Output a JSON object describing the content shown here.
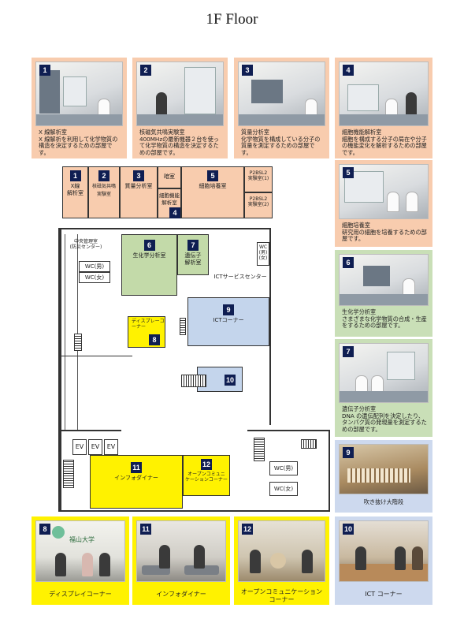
{
  "page": {
    "title": "1F Floor"
  },
  "cards": [
    {
      "num": "1",
      "text": "X 線解析室\nX 線解析を利用して化学物質の構造を決定するための部屋です。"
    },
    {
      "num": "2",
      "text": "核磁気共鳴実験室\n400MHzの最新機器２台を使って化学物質の構造を決定するための部屋です。"
    },
    {
      "num": "3",
      "text": "質量分析室\n化学物質を構成している分子の質量を測定するための部屋です。"
    },
    {
      "num": "4",
      "text": "細胞機能解析室\n細胞を構成する分子の局在や分子の機能変化を解析するための部屋です。"
    },
    {
      "num": "5",
      "text": "細胞培養室\n研究用の細胞を培養するための部屋です。"
    },
    {
      "num": "6",
      "text": "生化学分析室\nさまざまな化学物質の合成・生産をするための部屋です。"
    },
    {
      "num": "7",
      "text": "遺伝子分析室\nDNA の遺伝配列を決定したり、タンパク質の発現量を測定するための部屋です。"
    },
    {
      "num": "9",
      "text": "吹き抜け大階段"
    },
    {
      "num": "8",
      "text": "ディスプレイコーナー",
      "logo": "福山大学"
    },
    {
      "num": "11",
      "text": "インフォダイナー"
    },
    {
      "num": "12",
      "text": "オープンコミュニケーションコーナー"
    },
    {
      "num": "10",
      "text": "ICT コーナー"
    }
  ],
  "plan": {
    "r1": {
      "num": "1",
      "name": "X線\n解析室"
    },
    "r2": {
      "num": "2",
      "name": "核磁気共鳴\n実験室"
    },
    "r3": {
      "num": "3",
      "name": "質量分析室"
    },
    "r4a": {
      "name": "暗室"
    },
    "r4b": {
      "name": "細胞機能\n解析室"
    },
    "r4num": "4",
    "r5": {
      "num": "5",
      "name": "細胞培養室"
    },
    "p2a": {
      "name": "P2BSL2\n実験室(1)"
    },
    "p2b": {
      "name": "P2BSL2\n実験室(2)"
    },
    "r6": {
      "num": "6",
      "name": "生化学分析室"
    },
    "r7": {
      "num": "7",
      "name": "遺伝子\n解析室"
    },
    "r8": {
      "num": "8",
      "name": "ディスプレーコーナー"
    },
    "r9": {
      "num": "9",
      "name": "ICTコーナー"
    },
    "r10": {
      "num": "10"
    },
    "r11": {
      "num": "11",
      "name": "インフォダイナー"
    },
    "r12": {
      "num": "12",
      "name": "オープンコミュニ\nケーションコーナー"
    },
    "central": "中央管理室\n(防災センター)",
    "ictcenter": "ICTサービスセンター",
    "wc_m": "WC(男)",
    "wc_f": "WC(女)",
    "wc_mf": "WC\n(男)(女)",
    "wc_m2": "WC(男)",
    "wc_f2": "WC(女)",
    "ev": "EV"
  },
  "colors": {
    "peach": "#f8ccae",
    "green": "#c9dfb7",
    "blue": "#cdd9ee",
    "yellow": "#fff200",
    "badge": "#0f1e52"
  }
}
